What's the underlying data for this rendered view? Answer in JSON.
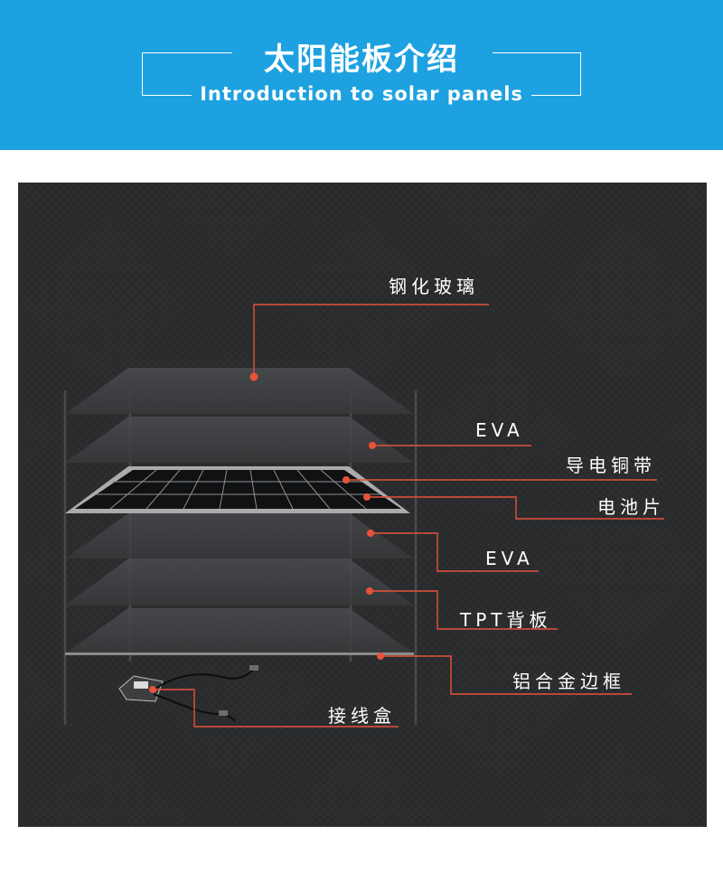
{
  "header": {
    "title": "太阳能板介绍",
    "subtitle": "Introduction to solar panels",
    "background_color": "#1ea1e0"
  },
  "diagram": {
    "background_color": "#282a2c",
    "leader_color": "#e8523a",
    "layers": [
      {
        "name": "tempered-glass",
        "label": "钢化玻璃"
      },
      {
        "name": "eva-top",
        "label": "EVA"
      },
      {
        "name": "copper-ribbon",
        "label": "导电铜带"
      },
      {
        "name": "solar-cell",
        "label": "电池片"
      },
      {
        "name": "eva-bottom",
        "label": "EVA"
      },
      {
        "name": "tpt-backsheet",
        "label": "TPT背板"
      },
      {
        "name": "aluminum-frame",
        "label": "铝合金边框"
      },
      {
        "name": "junction-box",
        "label": "接线盒"
      }
    ]
  }
}
